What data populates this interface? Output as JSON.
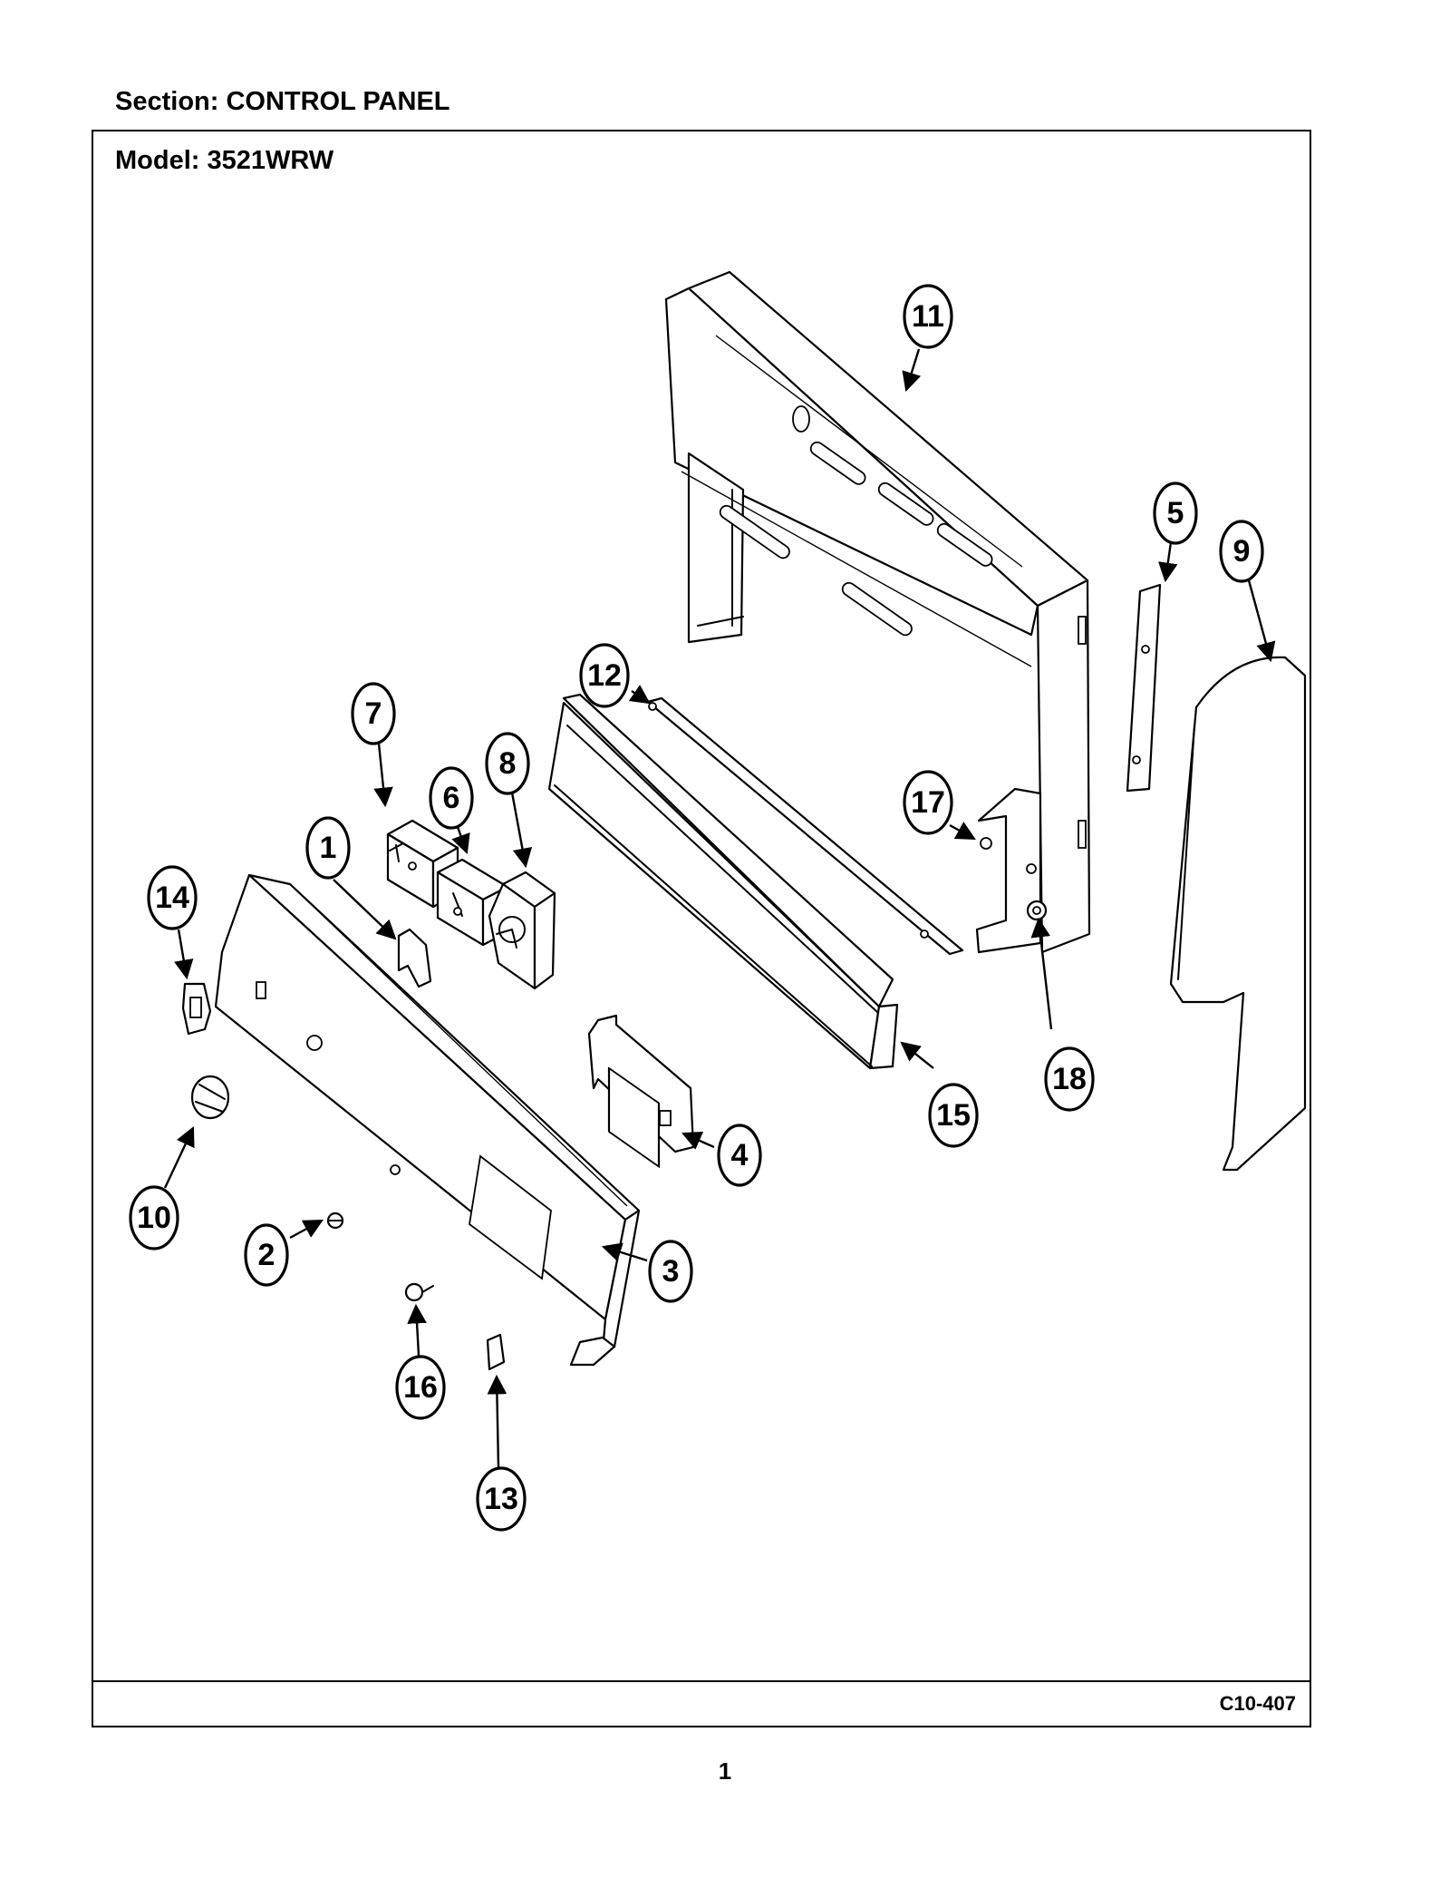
{
  "header": {
    "section": "Section:  CONTROL PANEL",
    "model": "Model:  3521WRW"
  },
  "footer": {
    "figure_code": "C10-407",
    "page_number": "1"
  },
  "callouts": [
    {
      "label": "1"
    },
    {
      "label": "2"
    },
    {
      "label": "3"
    },
    {
      "label": "4"
    },
    {
      "label": "5"
    },
    {
      "label": "6"
    },
    {
      "label": "7"
    },
    {
      "label": "8"
    },
    {
      "label": "9"
    },
    {
      "label": "10"
    },
    {
      "label": "11"
    },
    {
      "label": "12"
    },
    {
      "label": "13"
    },
    {
      "label": "14"
    },
    {
      "label": "15"
    },
    {
      "label": "16"
    },
    {
      "label": "17"
    },
    {
      "label": "18"
    }
  ]
}
